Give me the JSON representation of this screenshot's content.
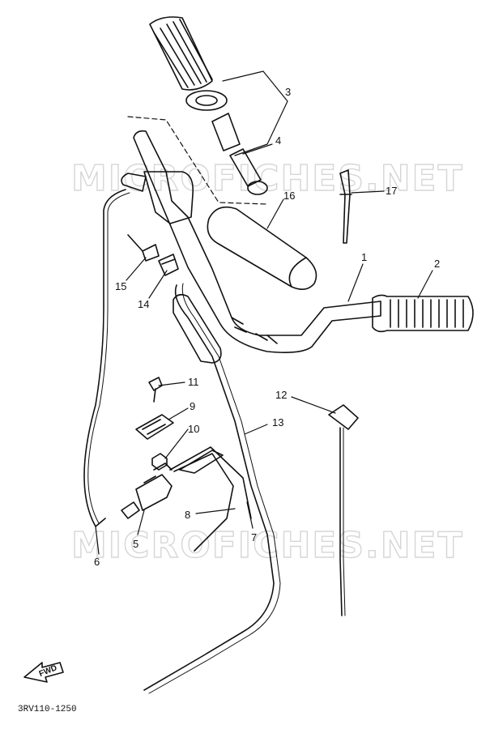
{
  "watermarks": [
    "MICROFICHES.NET",
    "MICROFICHES.NET"
  ],
  "callouts": [
    "1",
    "2",
    "3",
    "4",
    "5",
    "6",
    "7",
    "8",
    "9",
    "10",
    "11",
    "12",
    "13",
    "14",
    "15",
    "16",
    "17"
  ],
  "forward_label": "FWD",
  "diagram_code": "3RV110-1250"
}
